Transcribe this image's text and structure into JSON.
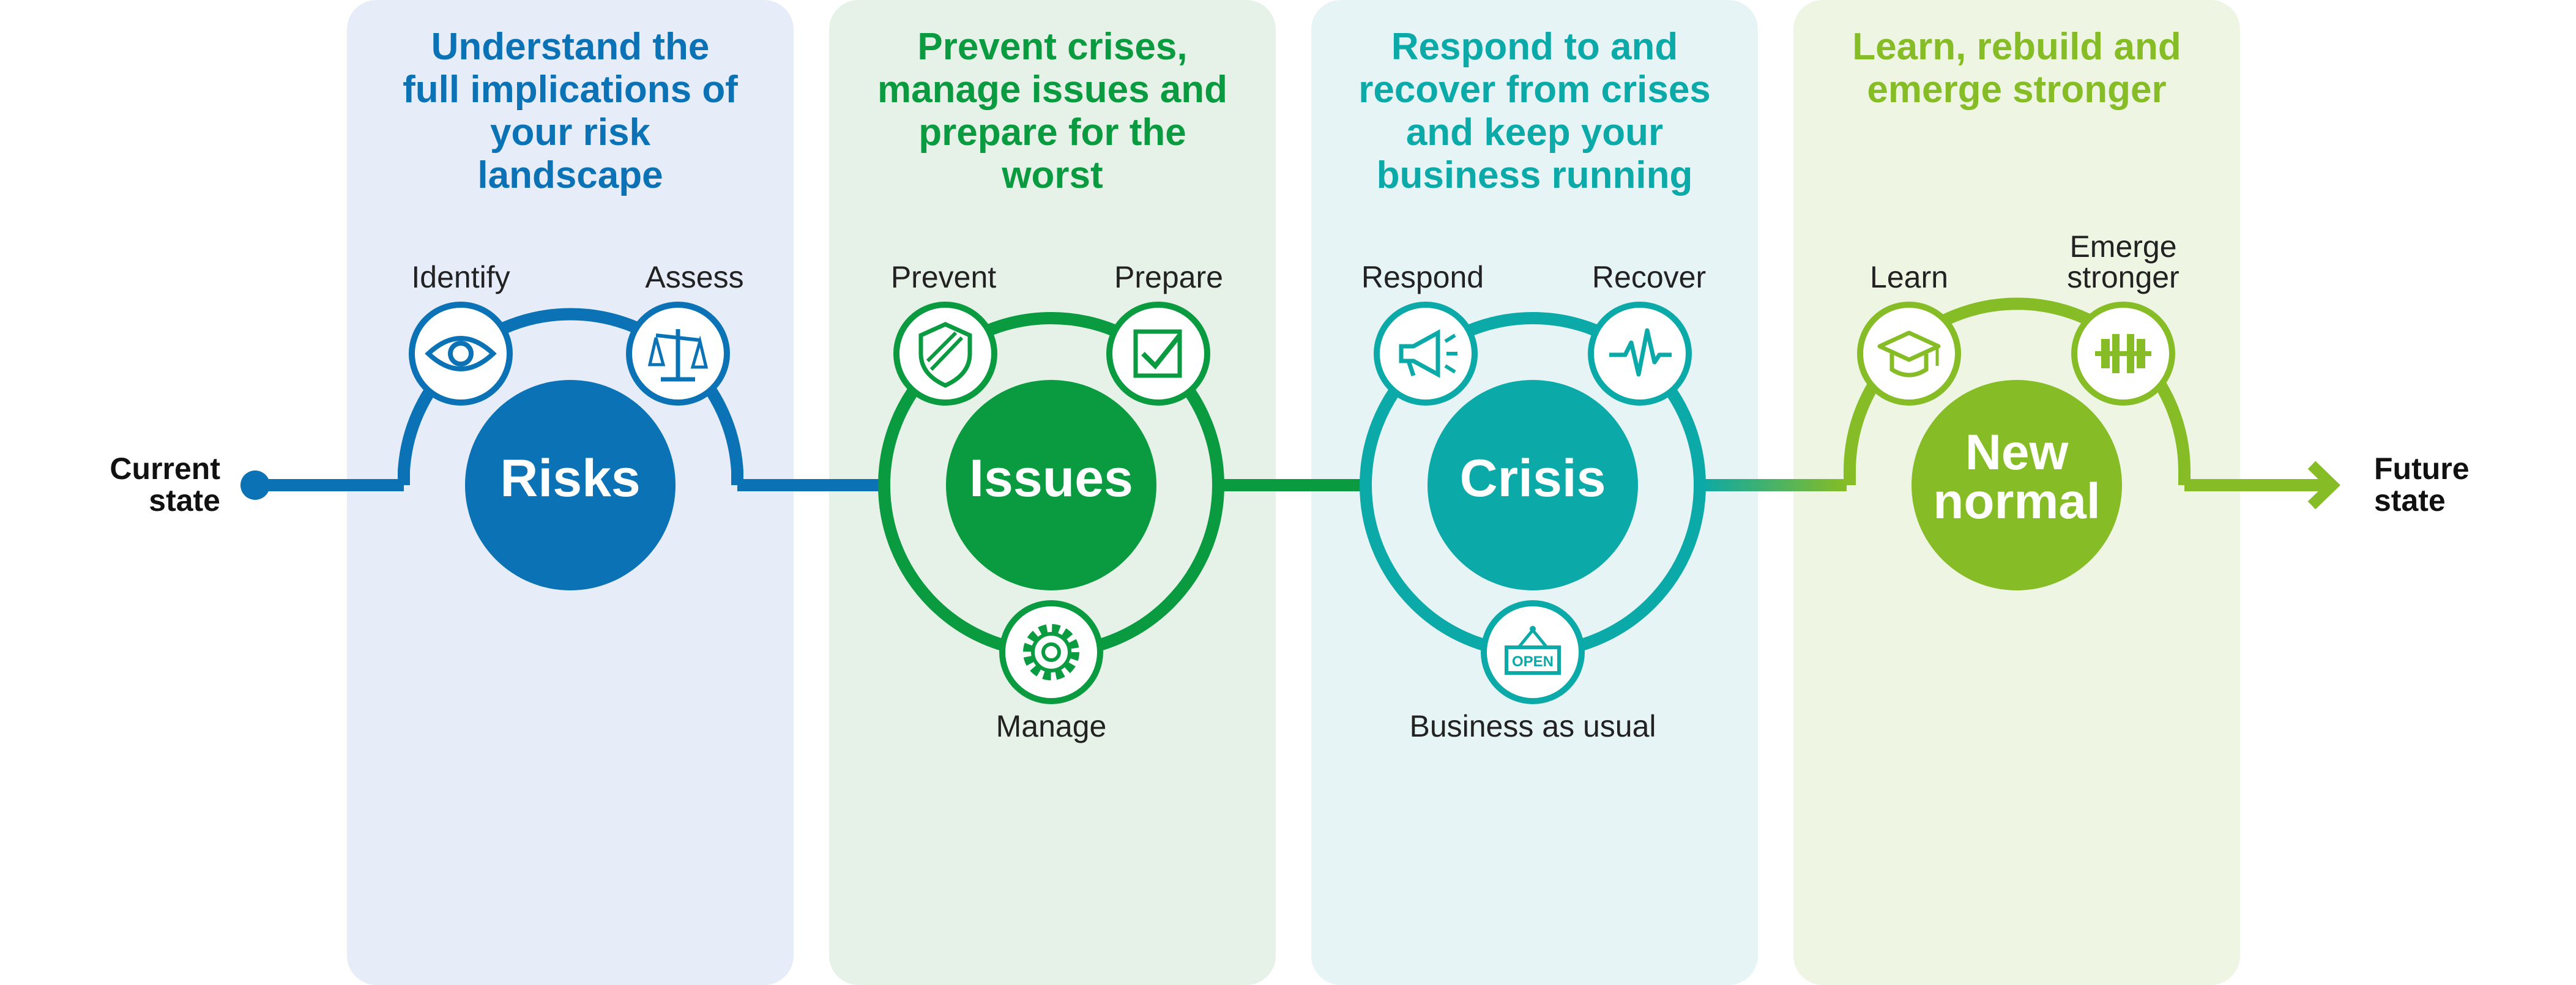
{
  "start_label": "Current\nstate",
  "end_label": "Future\nstate",
  "colors": {
    "blue": "#0a72b5",
    "green": "#0a9a3f",
    "teal": "#0ba9a8",
    "lime": "#86bc25",
    "panel_blue": "#e6edf8",
    "panel_green": "#e6f1e8",
    "panel_teal": "#e7f4f5",
    "panel_lime": "#eef5e3"
  },
  "stages": [
    {
      "heading": "Understand the full implications of your risk landscape",
      "circle_label": "Risks",
      "icons": [
        {
          "label": "Identify",
          "icon": "eye-icon"
        },
        {
          "label": "Assess",
          "icon": "scales-icon"
        }
      ]
    },
    {
      "heading": "Prevent crises, manage issues and prepare for the worst",
      "circle_label": "Issues",
      "icons": [
        {
          "label": "Prevent",
          "icon": "shield-icon"
        },
        {
          "label": "Prepare",
          "icon": "checkbox-icon"
        },
        {
          "label": "Manage",
          "icon": "gear-icon"
        }
      ]
    },
    {
      "heading": "Respond to and recover from crises and keep your business running",
      "circle_label": "Crisis",
      "icons": [
        {
          "label": "Respond",
          "icon": "megaphone-icon"
        },
        {
          "label": "Recover",
          "icon": "heartbeat-icon"
        },
        {
          "label": "Business as usual",
          "icon": "open-sign-icon",
          "sign_text": "OPEN"
        }
      ]
    },
    {
      "heading": "Learn, rebuild and emerge stronger",
      "circle_label": "New normal",
      "icons": [
        {
          "label": "Learn",
          "icon": "graduation-cap-icon"
        },
        {
          "label": "Emerge stronger",
          "icon": "dumbbell-icon"
        }
      ]
    }
  ]
}
